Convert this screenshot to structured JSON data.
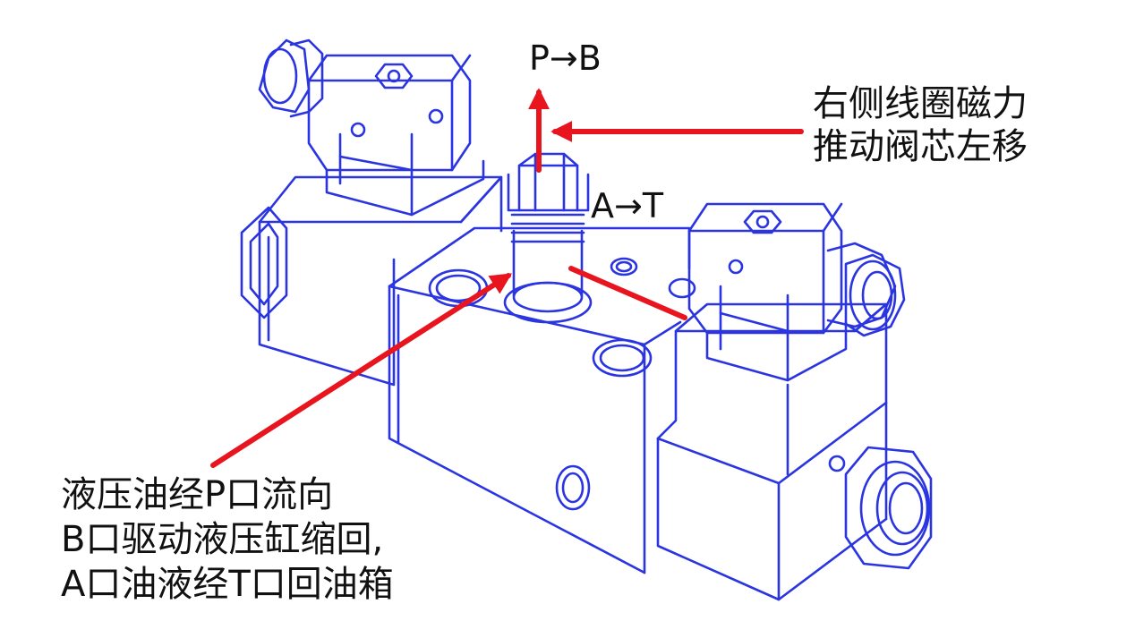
{
  "flow_labels": {
    "p_to_b": "P→B",
    "a_to_t": "A→T"
  },
  "annotations": {
    "right": [
      "右侧线圈磁力",
      "推动阀芯左移"
    ],
    "left": [
      "液压油经P口流向",
      "B口驱动液压缸缩回,",
      "A口油液经T口回油箱"
    ]
  },
  "colors": {
    "line": "#2a34e0",
    "arrow": "#e8141e",
    "text": "#111111"
  }
}
